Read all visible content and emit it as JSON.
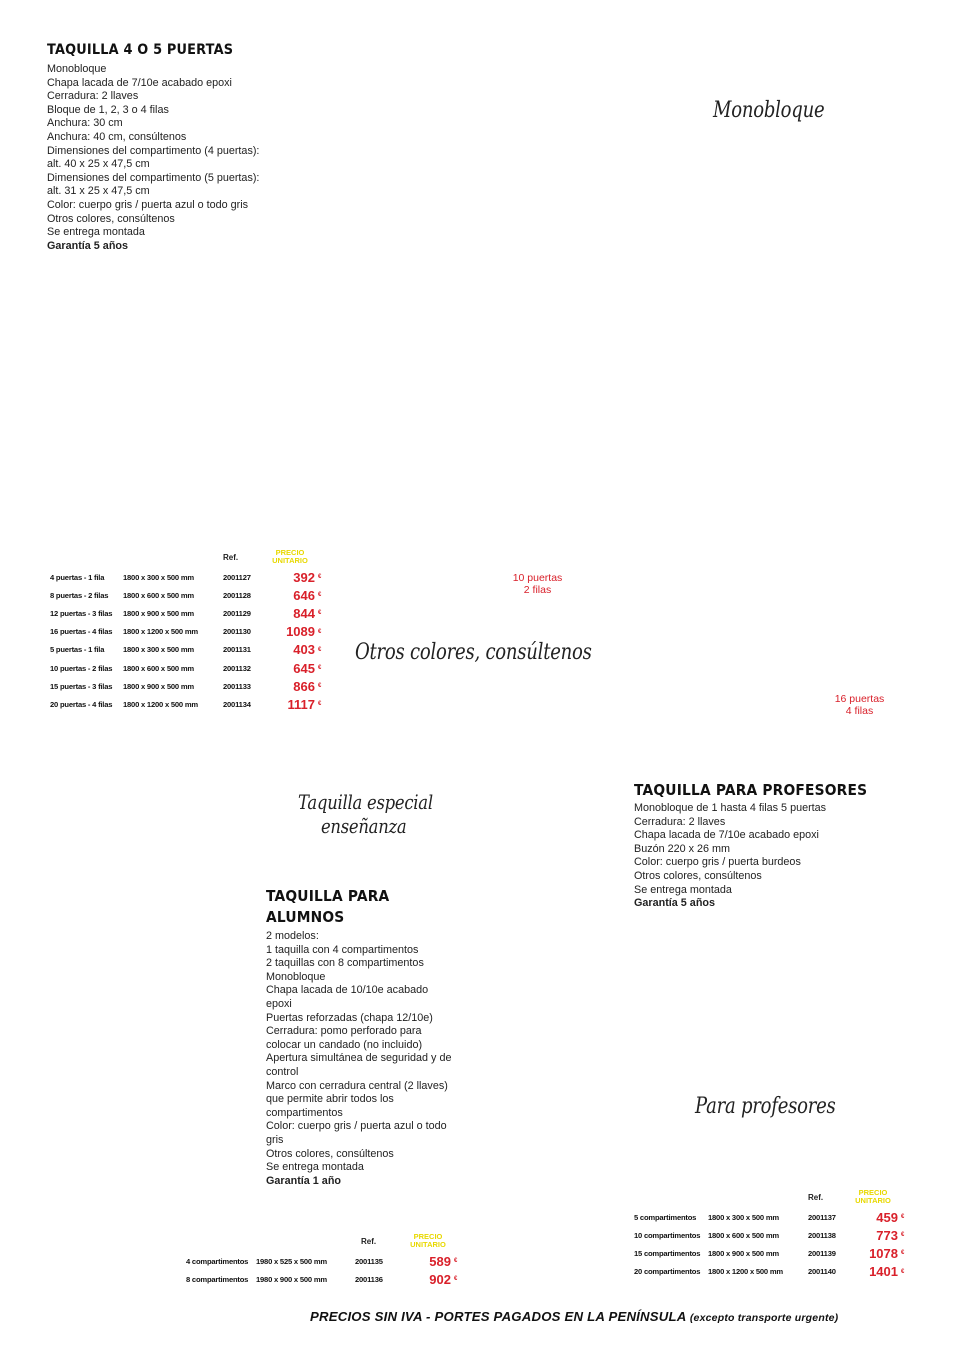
{
  "section1": {
    "title": "TAQUILLA 4 O 5 PUERTAS",
    "lines": [
      "Monobloque",
      "Chapa lacada de 7/10e acabado epoxi",
      "Cerradura: 2 llaves",
      "Bloque de 1, 2, 3 o 4 filas",
      "Anchura: 30 cm",
      "Anchura: 40 cm, consúltenos",
      "Dimensiones del compartimento (4 puertas):",
      "alt. 40 x 25 x 47,5 cm",
      "Dimensiones del compartimento (5 puertas):",
      "alt. 31 x 25 x 47,5 cm",
      "Color: cuerpo gris / puerta azul o todo gris",
      "Otros colores, consúltenos",
      "Se entrega montada"
    ],
    "warranty": "Garantía 5 años",
    "script_label": "Monobloque",
    "photo_label_a": [
      "10 puertas",
      "2 filas"
    ],
    "photo_label_b": [
      "16 puertas",
      "4 filas"
    ],
    "script_colors": "Otros colores, consúltenos",
    "table": {
      "ref_header": "Ref.",
      "price_header": [
        "PRECIO",
        "UNITARIO"
      ],
      "currency": "€",
      "rows": [
        [
          "4 puertas - 1 fila",
          "1800 x 300 x 500 mm",
          "2001127",
          "392"
        ],
        [
          "8 puertas - 2 filas",
          "1800 x 600 x 500 mm",
          "2001128",
          "646"
        ],
        [
          "12 puertas - 3 filas",
          "1800 x 900 x 500 mm",
          "2001129",
          "844"
        ],
        [
          "16 puertas - 4 filas",
          "1800 x 1200 x 500 mm",
          "2001130",
          "1089"
        ],
        [
          "5 puertas - 1 fila",
          "1800 x 300 x 500 mm",
          "2001131",
          "403"
        ],
        [
          "10 puertas - 2 filas",
          "1800 x 600 x 500 mm",
          "2001132",
          "645"
        ],
        [
          "15 puertas - 3 filas",
          "1800 x 900 x 500 mm",
          "2001133",
          "866"
        ],
        [
          "20 puertas - 4 filas",
          "1800 x 1200 x 500 mm",
          "2001134",
          "1117"
        ]
      ]
    }
  },
  "section2": {
    "script_label": [
      "Taquilla especial",
      "enseñanza"
    ],
    "title": [
      "TAQUILLA PARA",
      "ALUMNOS"
    ],
    "lines": [
      "2 modelos:",
      "1 taquilla con 4 compartimentos",
      "2 taquillas con 8 compartimentos",
      "Monobloque",
      "Chapa lacada de 10/10e acabado epoxi",
      "Puertas reforzadas (chapa 12/10e)",
      "Cerradura: pomo perforado para colocar un candado (no incluido)",
      "Apertura simultánea de seguridad y de control",
      "Marco con cerradura central (2 llaves) que permite abrir todos los compartimentos",
      "Color: cuerpo gris / puerta azul o todo gris",
      "Otros colores, consúltenos",
      "Se entrega montada"
    ],
    "warranty": "Garantía 1 año",
    "table": {
      "ref_header": "Ref.",
      "price_header": [
        "PRECIO",
        "UNITARIO"
      ],
      "currency": "€",
      "rows": [
        [
          "4 compartimentos",
          "1980 x 525 x 500 mm",
          "2001135",
          "589"
        ],
        [
          "8 compartimentos",
          "1980 x 900 x 500 mm",
          "2001136",
          "902"
        ]
      ]
    }
  },
  "section3": {
    "title": "TAQUILLA PARA PROFESORES",
    "lines": [
      "Monobloque de 1 hasta 4 filas 5 puertas",
      "Cerradura: 2 llaves",
      "Chapa lacada de 7/10e acabado epoxi",
      "Buzón 220 x 26 mm",
      "Color: cuerpo gris / puerta burdeos",
      "Otros colores, consúltenos",
      "Se entrega montada"
    ],
    "warranty": "Garantía 5 años",
    "script_label": "Para profesores",
    "table": {
      "ref_header": "Ref.",
      "price_header": [
        "PRECIO",
        "UNITARIO"
      ],
      "currency": "€",
      "rows": [
        [
          "5 compartimentos",
          "1800 x 300 x 500 mm",
          "2001137",
          "459"
        ],
        [
          "10 compartimentos",
          "1800 x 600 x 500 mm",
          "2001138",
          "773"
        ],
        [
          "15 compartimentos",
          "1800 x 900 x 500 mm",
          "2001139",
          "1078"
        ],
        [
          "20 compartimentos",
          "1800 x 1200 x 500 mm",
          "2001140",
          "1401"
        ]
      ]
    }
  },
  "footer": {
    "main": "PRECIOS SIN IVA - PORTES PAGADOS EN LA PENÍNSULA",
    "note": "(excepto transporte urgente)"
  },
  "colors": {
    "price_red": "#d9202a",
    "price_header_yellow": "#e8d800",
    "text": "#111111"
  }
}
